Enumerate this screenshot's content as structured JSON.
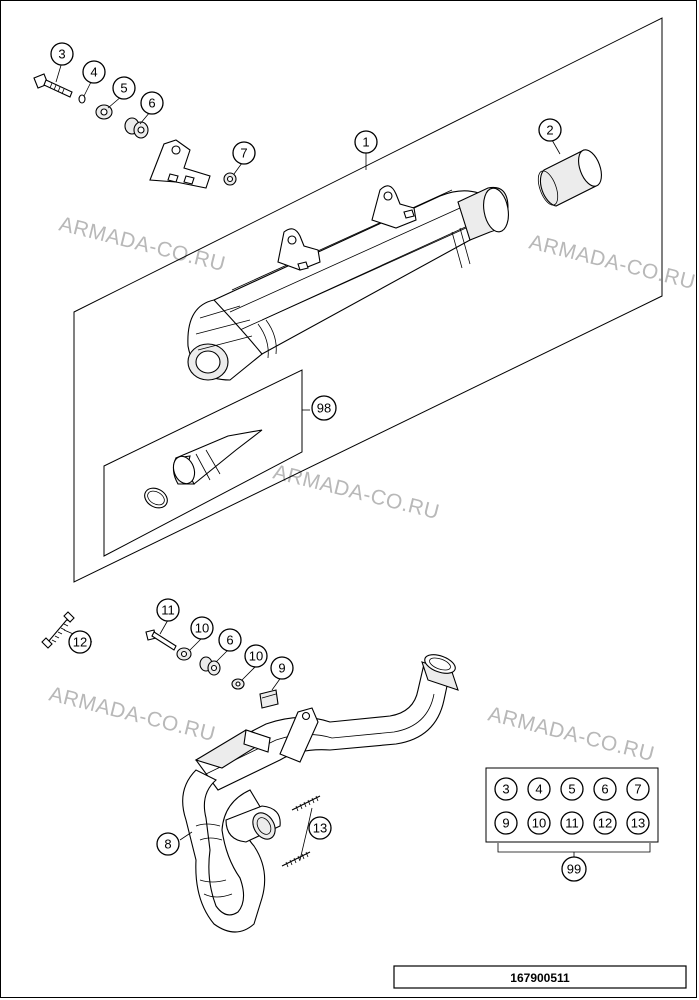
{
  "callouts": {
    "c1": "1",
    "c2": "2",
    "c3": "3",
    "c4": "4",
    "c5": "5",
    "c6": "6",
    "c7": "7",
    "c8": "8",
    "c9": "9",
    "c10a": "10",
    "c10b": "10",
    "c11": "11",
    "c6b": "6",
    "c12": "12",
    "c13": "13",
    "c98": "98",
    "c99": "99"
  },
  "kit_99": {
    "row1": [
      "3",
      "4",
      "5",
      "6",
      "7"
    ],
    "row2": [
      "9",
      "10",
      "11",
      "12",
      "13"
    ]
  },
  "watermark": "ARMADA-CO.RU",
  "drawing_number": "167900511"
}
